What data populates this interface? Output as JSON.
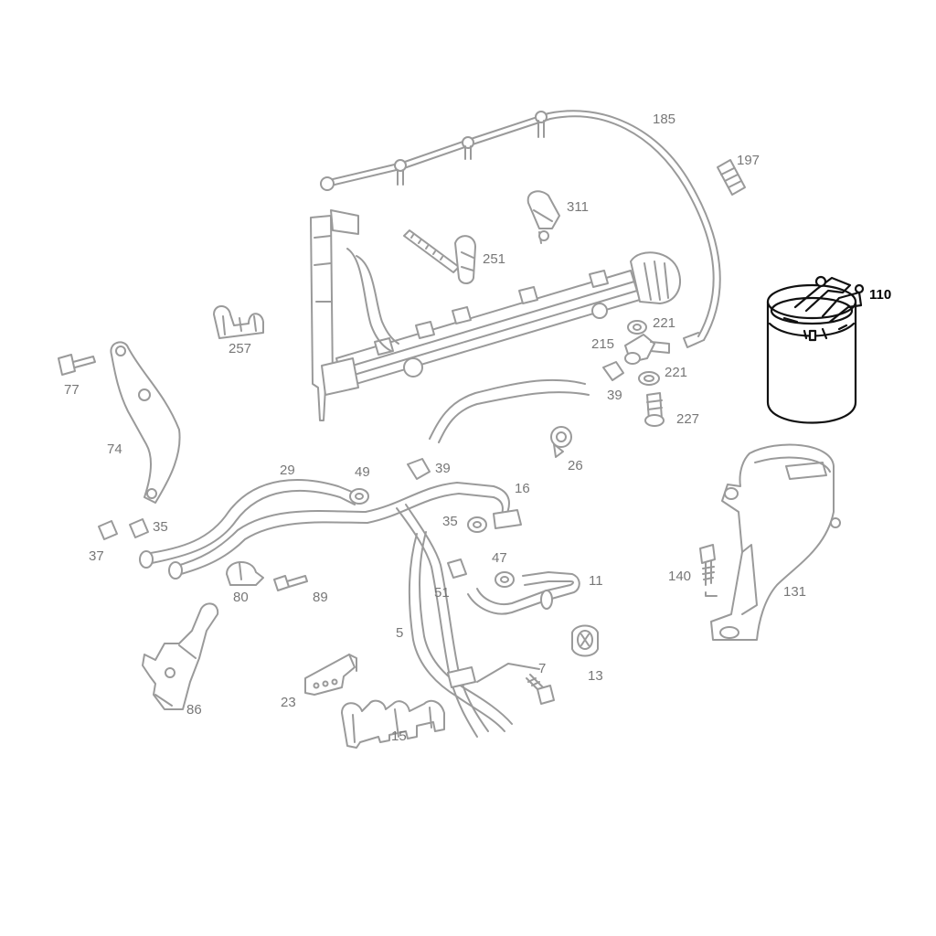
{
  "diagram": {
    "highlight_color": "#111111",
    "line_color": "#9a9a9a",
    "labels": {
      "p185": "185",
      "p197": "197",
      "p311": "311",
      "p251": "251",
      "p110": "110",
      "p257": "257",
      "p221a": "221",
      "p215": "215",
      "p221b": "221",
      "p77": "77",
      "p39a": "39",
      "p227": "227",
      "p74": "74",
      "p26": "26",
      "p29": "29",
      "p49": "49",
      "p39b": "39",
      "p16": "16",
      "p35a": "35",
      "p35b": "35",
      "p37": "37",
      "p47": "47",
      "p140": "140",
      "p11": "11",
      "p131": "131",
      "p80": "80",
      "p89": "89",
      "p51": "51",
      "p5": "5",
      "p13": "13",
      "p7": "7",
      "p86": "86",
      "p23": "23",
      "p15": "15"
    }
  }
}
